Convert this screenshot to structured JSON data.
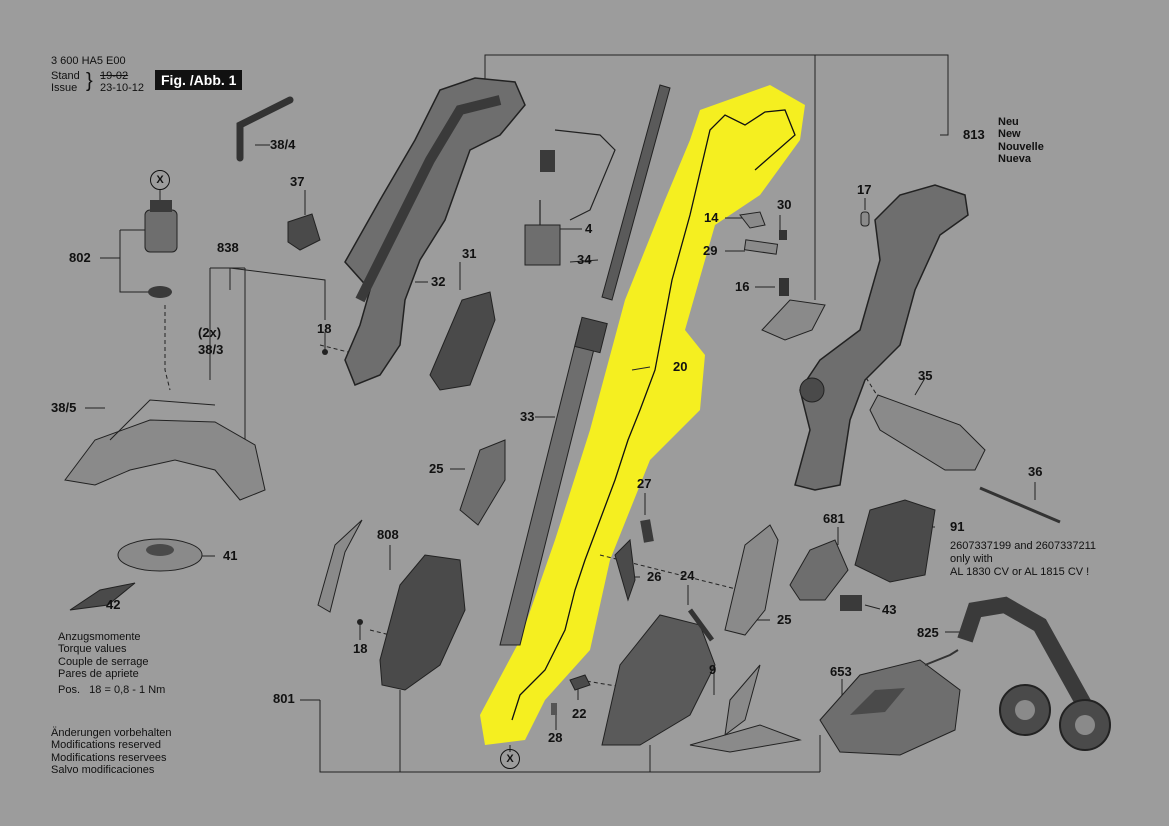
{
  "header": {
    "doc_number": "3 600 HA5 E00",
    "stand_label": "Stand",
    "issue_label": "Issue",
    "date_old": "19-02",
    "date_new": "23-10-12",
    "figure_label": "Fig. /Abb. 1"
  },
  "new_part_labels": [
    "Neu",
    "New",
    "Nouvelle",
    "Nueva"
  ],
  "parts": {
    "p38_4": "38/4",
    "p37": "37",
    "p802": "802",
    "p838": "838",
    "p32": "32",
    "p18a": "18",
    "p2x": "(2x)",
    "p38_3": "38/3",
    "p38_5": "38/5",
    "p31": "31",
    "p4": "4",
    "p34": "34",
    "p20": "20",
    "p33": "33",
    "p25a": "25",
    "p41": "41",
    "p42": "42",
    "p808": "808",
    "p18b": "18",
    "p801": "801",
    "p27": "27",
    "p26": "26",
    "p24": "24",
    "p25b": "25",
    "p9": "9",
    "p22": "22",
    "p28": "28",
    "p14": "14",
    "p30": "30",
    "p29": "29",
    "p16": "16",
    "p17": "17",
    "p813": "813",
    "p35": "35",
    "p36": "36",
    "p681": "681",
    "p91": "91",
    "p43": "43",
    "p825": "825",
    "p653": "653",
    "x_top": "X",
    "x_bottom": "X"
  },
  "battery_note": [
    "2607337199 and 2607337211",
    "only with",
    "AL 1830 CV or AL 1815 CV !"
  ],
  "torque": {
    "lines": [
      "Anzugsmomente",
      "Torque values",
      "Couple de serrage",
      "Pares de apriete"
    ],
    "spec": "Pos.   18 = 0,8 - 1 Nm"
  },
  "modifications": [
    "Änderungen vorbehalten",
    "Modifications reserved",
    "Modifications reservees",
    "Salvo modificaciones"
  ],
  "colors": {
    "background": "#9c9c9c",
    "highlight": "#f5ef20",
    "part_dark": "#3a3a3a",
    "part_mid": "#6e6e6e"
  }
}
